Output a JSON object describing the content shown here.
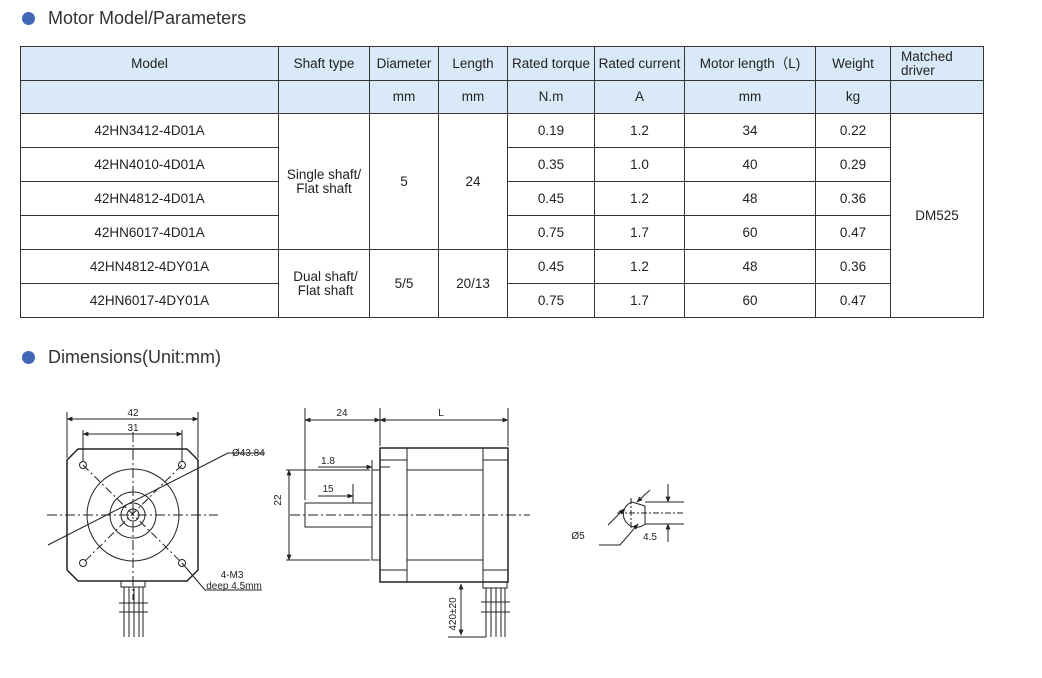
{
  "section1": {
    "title": "Motor Model/Parameters"
  },
  "section2": {
    "title": "Dimensions(Unit:mm)"
  },
  "table": {
    "headers": [
      "Model",
      "Shaft type",
      "Diameter",
      "Length",
      "Rated torque",
      "Rated current",
      "Motor length（L)",
      "Weight",
      "Matched driver"
    ],
    "units": [
      "",
      "",
      "mm",
      "mm",
      "N.m",
      "A",
      "mm",
      "kg",
      ""
    ],
    "rows": [
      {
        "model": "42HN3412-4D01A",
        "torque": "0.19",
        "current": "1.2",
        "motor_length": "34",
        "weight": "0.22"
      },
      {
        "model": "42HN4010-4D01A",
        "torque": "0.35",
        "current": "1.0",
        "motor_length": "40",
        "weight": "0.29"
      },
      {
        "model": "42HN4812-4D01A",
        "torque": "0.45",
        "current": "1.2",
        "motor_length": "48",
        "weight": "0.36"
      },
      {
        "model": "42HN6017-4D01A",
        "torque": "0.75",
        "current": "1.7",
        "motor_length": "60",
        "weight": "0.47"
      },
      {
        "model": "42HN4812-4DY01A",
        "torque": "0.45",
        "current": "1.2",
        "motor_length": "48",
        "weight": "0.36"
      },
      {
        "model": "42HN6017-4DY01A",
        "torque": "0.75",
        "current": "1.7",
        "motor_length": "60",
        "weight": "0.47"
      }
    ],
    "groups": [
      {
        "shaft_type": "Single shaft/\nFlat shaft",
        "diameter": "5",
        "length": "24"
      },
      {
        "shaft_type": "Dual shaft/\nFlat shaft",
        "diameter": "5/5",
        "length": "20/13"
      }
    ],
    "driver": "DM525"
  },
  "dimensions": {
    "front": {
      "width": "42",
      "hole_spacing": "31",
      "circle": "Ø43.84",
      "holes": "4-M3",
      "holes_depth": "deep 4.5mm"
    },
    "side": {
      "shaft_length": "24",
      "body_length": "L",
      "step": "1.8",
      "flat": "15",
      "boss": "22",
      "lead": "420±20"
    },
    "shaft_section": {
      "diameter": "Ø5",
      "flat_depth": "4.5"
    }
  }
}
